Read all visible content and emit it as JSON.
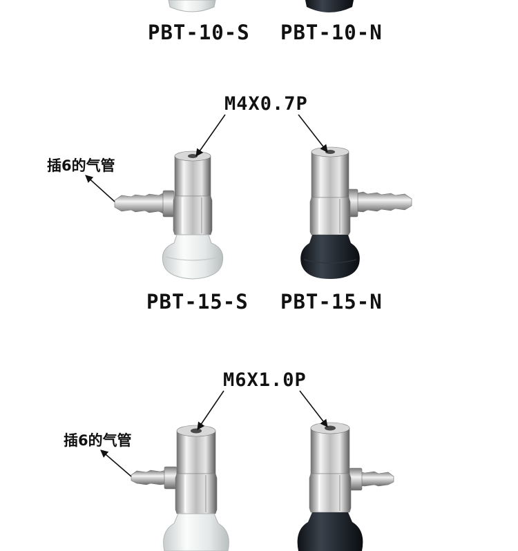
{
  "rows": [
    {
      "models": {
        "left": "PBT-10-S",
        "right": "PBT-10-N"
      }
    },
    {
      "thread": "M4X0.7P",
      "hose_note": "插6的气管",
      "models": {
        "left": "PBT-15-S",
        "right": "PBT-15-N"
      }
    },
    {
      "thread": "M6X1.0P",
      "hose_note": "插6的气管"
    }
  ],
  "colors": {
    "metal_light": "#e8e8e8",
    "metal_dark": "#8a8a8a",
    "cup_clear": "#eef0f0",
    "cup_black": "#1c2128",
    "text": "#111111"
  }
}
